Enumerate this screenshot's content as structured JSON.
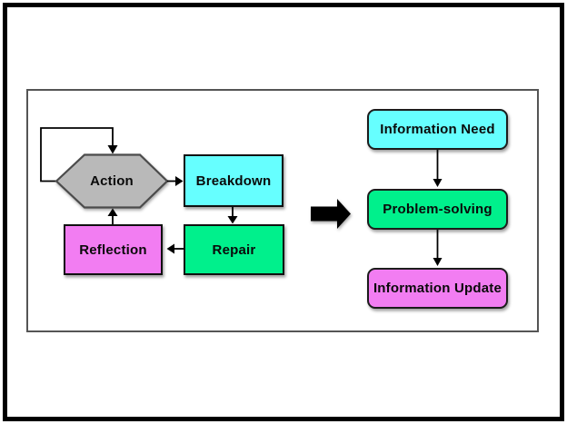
{
  "figure": {
    "description": "Flowchart figure: action-breakdown-repair-reflection cycle mapped to an information process sequence",
    "colors": {
      "cyan": "#66ffff",
      "green": "#00f08c",
      "magenta": "#f27df2",
      "gray": "#b9b9b9",
      "arrow_black": "#000000"
    },
    "left_flow": {
      "action": {
        "label": "Action",
        "shape": "hexagon",
        "color": "#b9b9b9"
      },
      "breakdown": {
        "label": "Breakdown",
        "shape": "rect",
        "color": "#66ffff"
      },
      "repair": {
        "label": "Repair",
        "shape": "rect",
        "color": "#00f08c"
      },
      "reflection": {
        "label": "Reflection",
        "shape": "rect",
        "color": "#f27df2"
      }
    },
    "connector": {
      "name": "right-arrow",
      "color": "#000000"
    },
    "right_flow": {
      "information_need": {
        "label": "Information Need",
        "shape": "rounded-rect",
        "color": "#66ffff"
      },
      "problem_solving": {
        "label": "Problem-solving",
        "shape": "rounded-rect",
        "color": "#00f08c"
      },
      "information_update": {
        "label": "Information Update",
        "shape": "rounded-rect",
        "color": "#f27df2"
      }
    }
  }
}
